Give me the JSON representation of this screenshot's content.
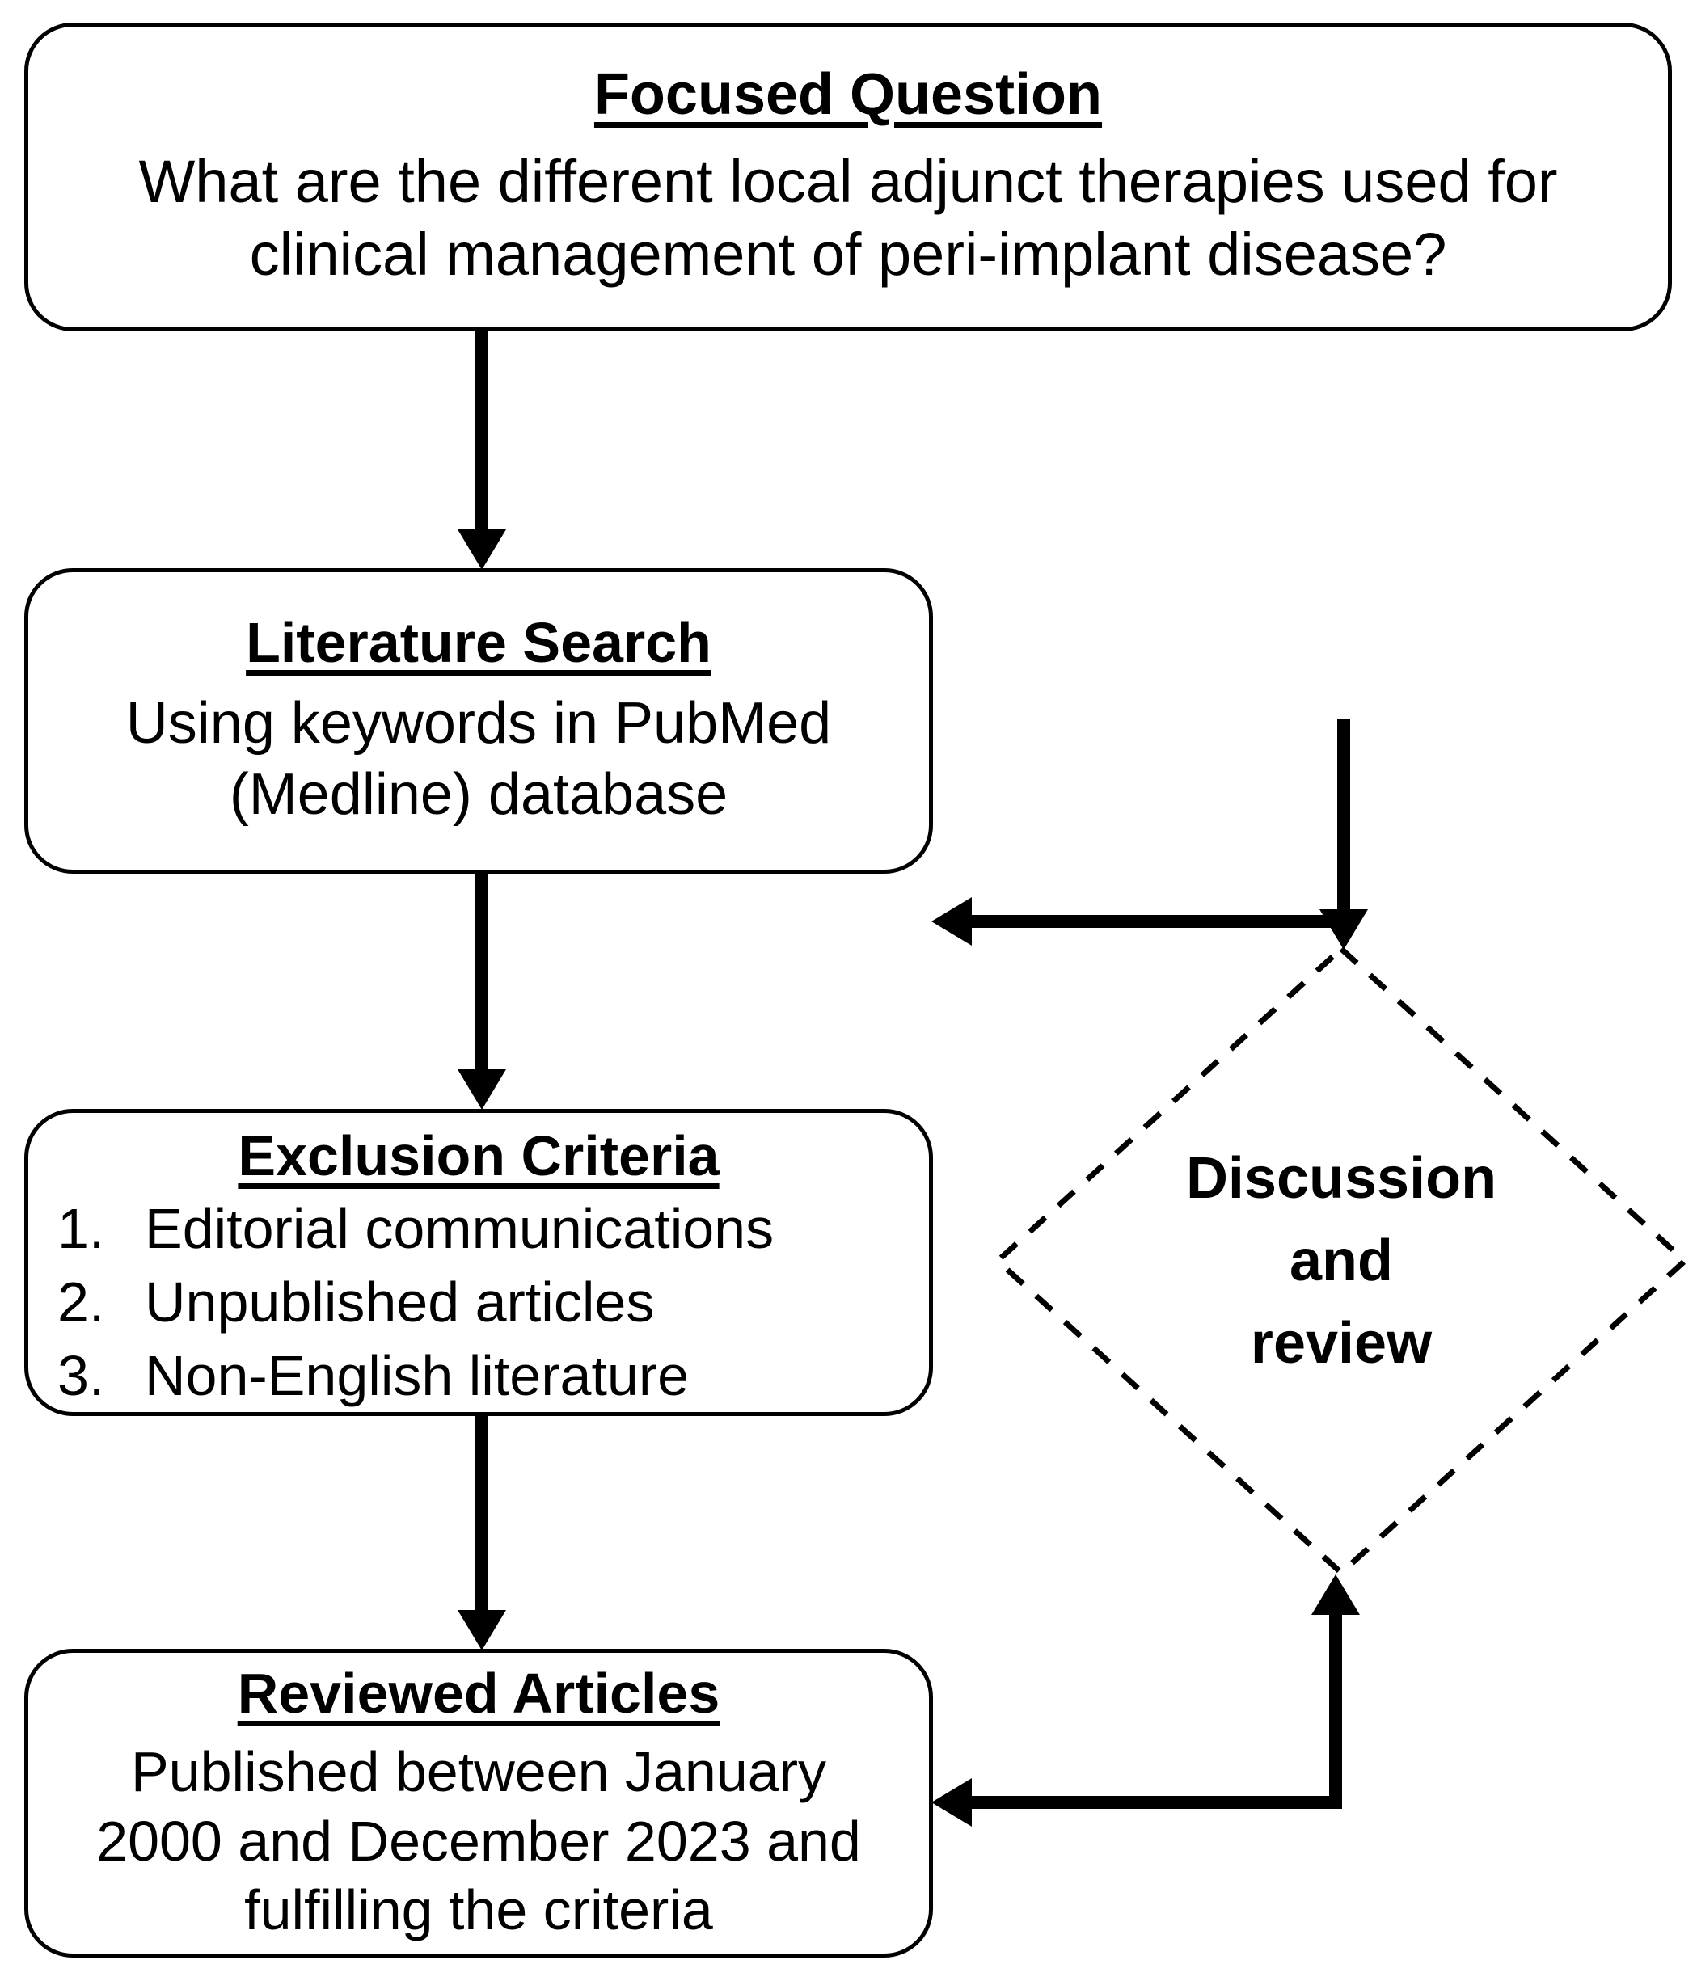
{
  "diagram": {
    "title": "Review methodology flowchart",
    "line_color": "#000000",
    "background": "#ffffff"
  },
  "nodes": {
    "focused_question": {
      "title": "Focused Question",
      "body": "What are the different local adjunct therapies used for\nclinical management of peri-implant disease?"
    },
    "literature_search": {
      "title": "Literature Search",
      "body": "Using keywords in PubMed\n(Medline) database"
    },
    "exclusion_criteria": {
      "title": "Exclusion Criteria",
      "items": [
        {
          "number": "1.",
          "text": "Editorial communications"
        },
        {
          "number": "2.",
          "text": "Unpublished articles"
        },
        {
          "number": "3.",
          "text": "Non-English literature"
        }
      ]
    },
    "reviewed_articles": {
      "title": "Reviewed Articles",
      "body": "Published between January\n2000 and December 2023 and\nfulfilling the criteria"
    },
    "discussion_review": {
      "line1": "Discussion",
      "line2": "and",
      "line3": "review"
    }
  },
  "connectors": [
    {
      "name": "focused-question-to-literature-search",
      "from": "focused_question",
      "to": "literature_search",
      "style": "solid",
      "direction": "down"
    },
    {
      "name": "literature-search-to-exclusion-criteria",
      "from": "literature_search",
      "to": "exclusion_criteria",
      "style": "solid",
      "direction": "down"
    },
    {
      "name": "exclusion-criteria-to-reviewed-articles",
      "from": "exclusion_criteria",
      "to": "reviewed_articles",
      "style": "solid",
      "direction": "down"
    },
    {
      "name": "discussion-review-to-literature-search",
      "from": "discussion_review",
      "to": "literature_search",
      "style": "solid",
      "direction": "left"
    },
    {
      "name": "reviewed-articles-to-discussion-review",
      "from": "reviewed_articles",
      "to": "discussion_review",
      "style": "solid",
      "direction": "up"
    }
  ]
}
